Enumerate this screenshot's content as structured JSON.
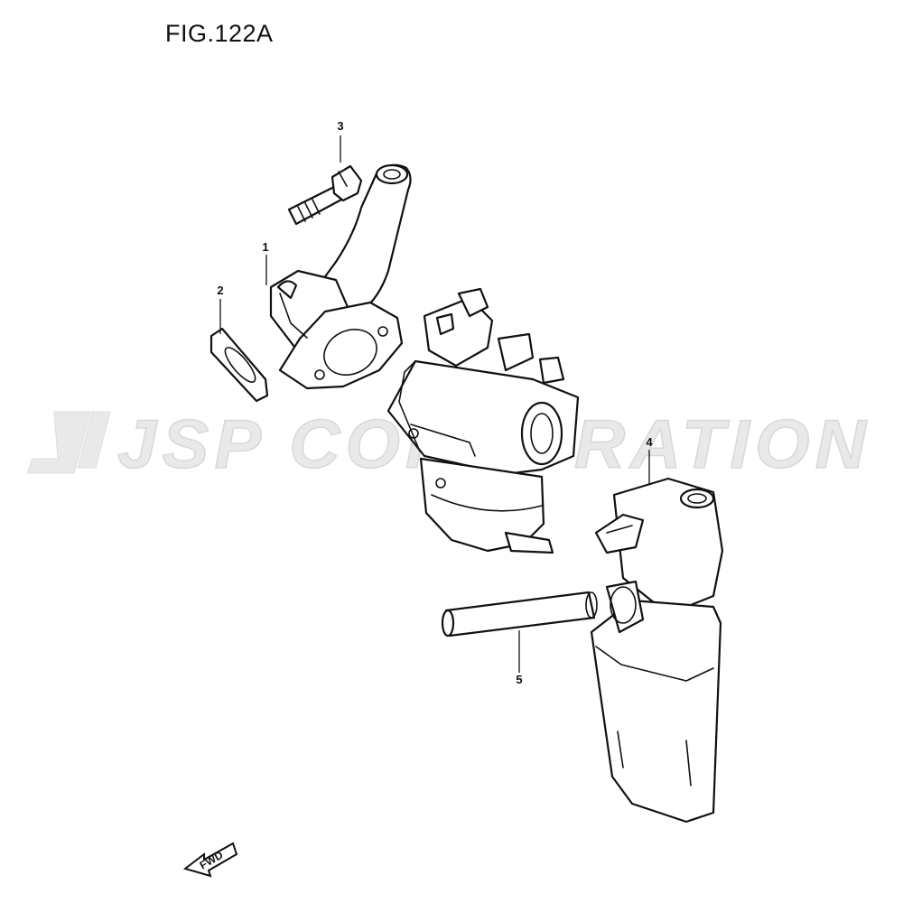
{
  "figure": {
    "title": "FIG.122A"
  },
  "watermark": {
    "text": "JSP CORPORATION",
    "color": "#e6e6e6"
  },
  "callouts": [
    "1",
    "2",
    "3",
    "4",
    "5"
  ],
  "direction_badge": {
    "label": "FWD"
  }
}
